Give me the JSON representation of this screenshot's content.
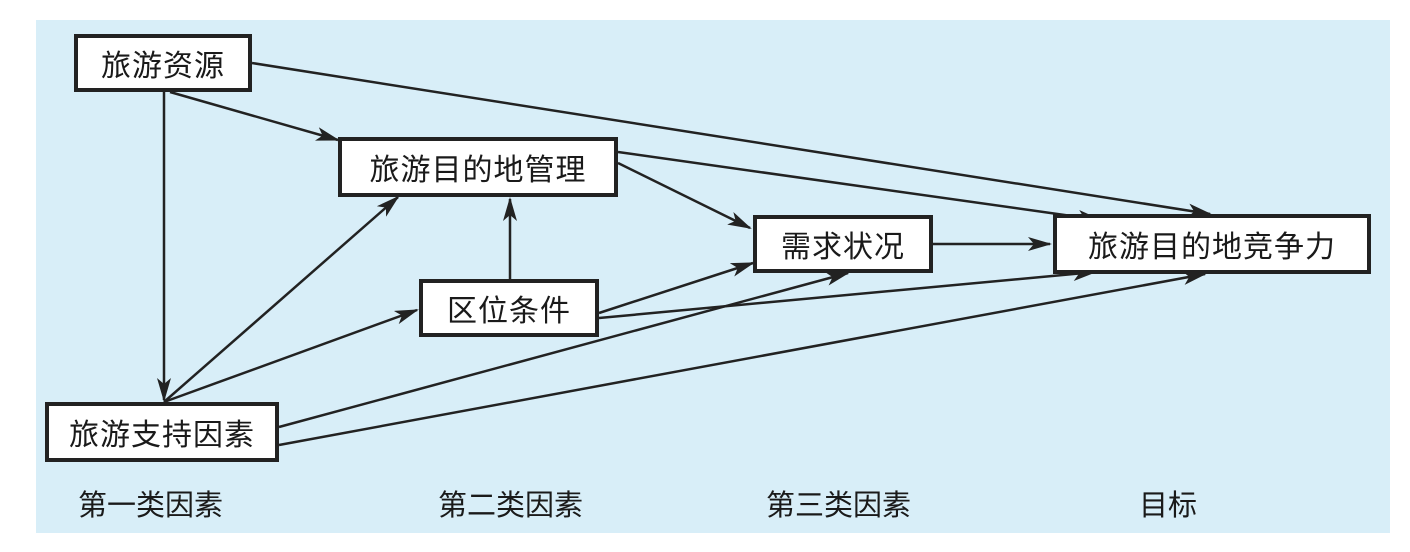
{
  "nodes": {
    "resources": "旅游资源",
    "destination_management": "旅游目的地管理",
    "location": "区位条件",
    "demand": "需求状况",
    "competitiveness": "旅游目的地竞争力",
    "support": "旅游支持因素"
  },
  "categories": {
    "first": "第一类因素",
    "second": "第二类因素",
    "third": "第三类因素",
    "goal": "目标"
  },
  "edges": [
    {
      "from": "resources",
      "to": "support"
    },
    {
      "from": "resources",
      "to": "destination_management"
    },
    {
      "from": "resources",
      "to": "competitiveness"
    },
    {
      "from": "destination_management",
      "to": "demand"
    },
    {
      "from": "destination_management",
      "to": "competitiveness"
    },
    {
      "from": "location",
      "to": "destination_management"
    },
    {
      "from": "location",
      "to": "demand"
    },
    {
      "from": "location",
      "to": "competitiveness"
    },
    {
      "from": "demand",
      "to": "competitiveness"
    },
    {
      "from": "support",
      "to": "destination_management"
    },
    {
      "from": "support",
      "to": "location"
    },
    {
      "from": "support",
      "to": "demand"
    },
    {
      "from": "support",
      "to": "competitiveness"
    }
  ],
  "colors": {
    "background": "#d8eef8",
    "stroke": "#222222",
    "box_fill": "#ffffff"
  }
}
